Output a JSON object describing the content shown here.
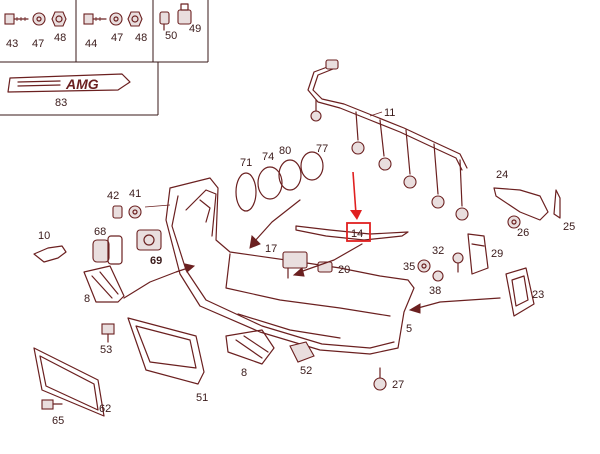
{
  "labels": {
    "l43": "43",
    "l47a": "47",
    "l48a": "48",
    "l44": "44",
    "l47b": "47",
    "l48b": "48",
    "l50": "50",
    "l49": "49",
    "l83": "83",
    "l11": "11",
    "l71": "71",
    "l74": "74",
    "l80": "80",
    "l77": "77",
    "l42": "42",
    "l41": "41",
    "l10": "10",
    "l68": "68",
    "l69": "69",
    "l8a": "8",
    "l14": "14",
    "l24": "24",
    "l26": "26",
    "l25": "25",
    "l17": "17",
    "l20": "20",
    "l32": "32",
    "l29": "29",
    "l35": "35",
    "l38": "38",
    "l23": "23",
    "l5": "5",
    "l53": "53",
    "l8b": "8",
    "l52": "52",
    "l27": "27",
    "l51": "51",
    "l62": "62",
    "l65": "65"
  },
  "logo": {
    "text": "AMG",
    "icon": "amg-emblem"
  },
  "colors": {
    "line": "#6b2020",
    "highlight": "#e02020",
    "text": "#3a1a1a"
  }
}
